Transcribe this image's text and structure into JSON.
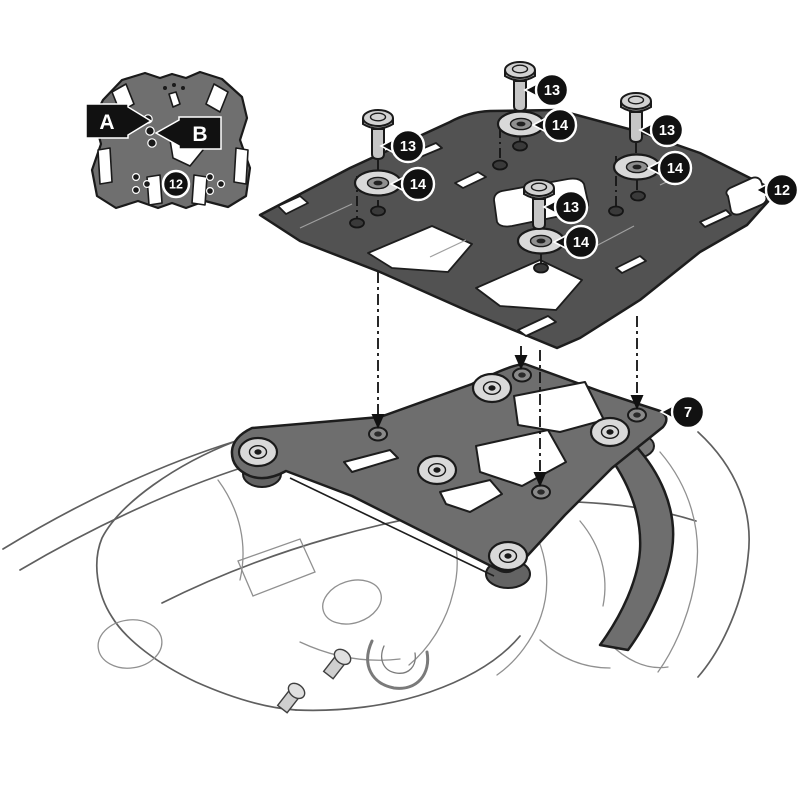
{
  "figure": {
    "kind": "top-case rack assembly instruction drawing",
    "background": "#ffffff"
  },
  "callouts": {
    "adapter_plate": "12",
    "screw": "13",
    "washer": "14",
    "rack_bracket": "7",
    "position_a": "A",
    "position_b": "B"
  },
  "colors": {
    "adapter_plate_fill": "#525252",
    "rack_fill": "#6e6e6e",
    "hardware_fill": "#d9d9d9",
    "callout_bg": "#111111",
    "callout_text": "#ffffff",
    "line_art": "#8f8f8f"
  }
}
